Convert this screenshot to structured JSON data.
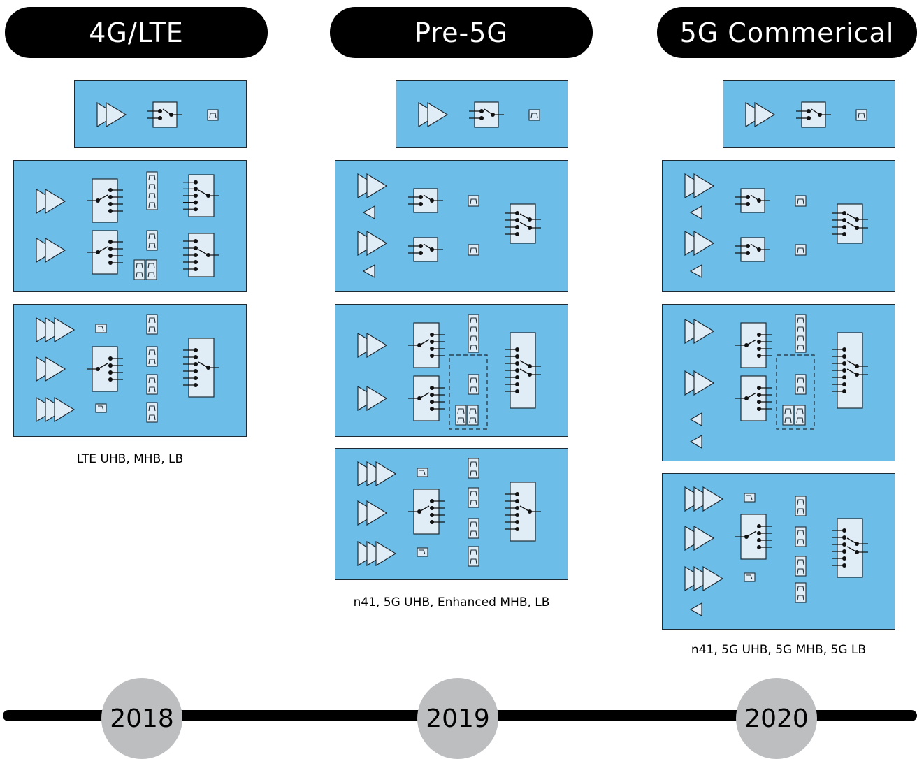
{
  "columns": [
    {
      "header": "4G/LTE",
      "caption": "LTE UHB, MHB, LB"
    },
    {
      "header": "Pre-5G",
      "caption": "n41, 5G UHB, Enhanced MHB, LB"
    },
    {
      "header": "5G Commerical",
      "caption": "n41, 5G UHB, 5G MHB, 5G LB"
    }
  ],
  "timeline": {
    "years": [
      "2018",
      "2019",
      "2020"
    ]
  },
  "colors": {
    "module_fill": "#6cbee8",
    "component_fill": "#e1edf6",
    "header_fill": "#000000",
    "year_circle": "#bdbec0"
  },
  "icons": [
    "amplifier-icon",
    "switch-icon",
    "filter-icon",
    "lna-icon"
  ]
}
